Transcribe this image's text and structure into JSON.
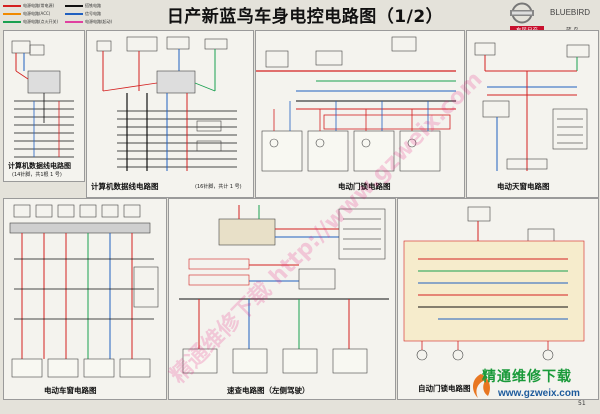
{
  "page": {
    "title": "日产新蓝鸟车身电控电路图（1/2）",
    "page_number": "51"
  },
  "legend": {
    "items": [
      {
        "label": "电源电路(常电源)",
        "color": "#d42020"
      },
      {
        "label": "电源电路(ACC)",
        "color": "#f08a00"
      },
      {
        "label": "电源电路(点火开关)",
        "color": "#1aa050"
      },
      {
        "label": "搭铁电路",
        "color": "#111111"
      },
      {
        "label": "信号电路",
        "color": "#2060c0"
      },
      {
        "label": "电源电路(起动)",
        "color": "#e040a0"
      }
    ]
  },
  "brand": {
    "model": "BLUEBIRD",
    "maker": "东风日产",
    "model_cn": "蓝 鸟"
  },
  "panels": {
    "data_line_14": "计算机数据线电路图",
    "data_line_14_sub": "(14针脚，共1根 1 号)",
    "data_line_16": "计算机数据线电路图",
    "data_line_16_sub": "(16针脚，共计 1 号)",
    "door_lock": "电动门锁电路图",
    "sunroof": "电动天窗电路图",
    "window": "电动车窗电路图",
    "speed_meter": "速查电路图（左侧驾驶）",
    "rear_window": "自动门锁电路图"
  },
  "watermark": {
    "text": "精通维修下载 http://www.gzweix.com"
  },
  "site": {
    "name": "精通维修下载",
    "url": "www.gzweix.com"
  }
}
